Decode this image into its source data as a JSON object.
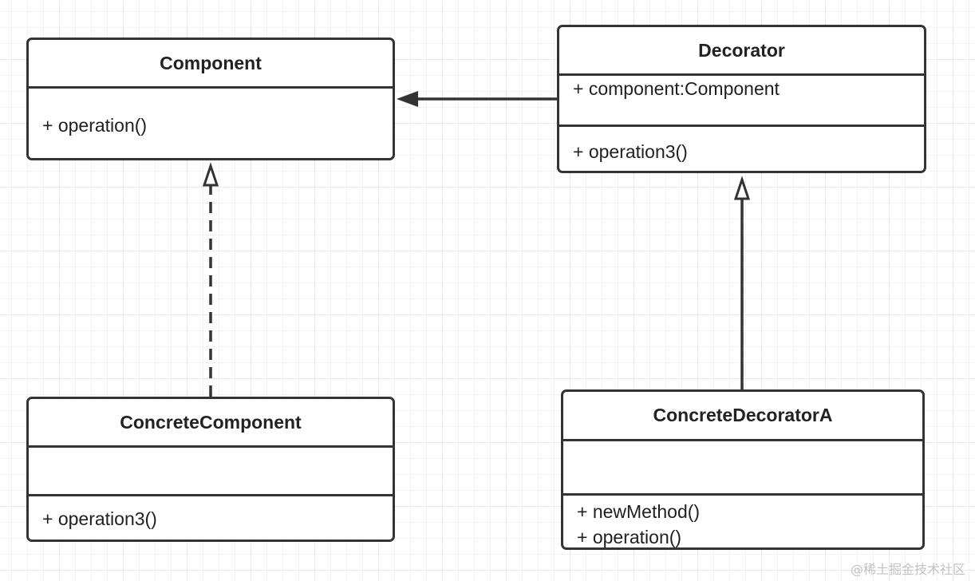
{
  "classes": {
    "component": {
      "name": "Component",
      "attributes": [],
      "operations": [
        "+ operation()"
      ]
    },
    "decorator": {
      "name": "Decorator",
      "attributes": [
        "+ component:Component"
      ],
      "operations": [
        "+ operation3()"
      ]
    },
    "concrete_component": {
      "name": "ConcreteComponent",
      "attributes": [],
      "operations": [
        "+ operation3()"
      ]
    },
    "concrete_decorator_a": {
      "name": "ConcreteDecoratorA",
      "attributes": [],
      "operations": [
        "+ newMethod()",
        "+ operation()"
      ]
    }
  },
  "relationships": [
    {
      "from": "Decorator",
      "to": "Component",
      "type": "association"
    },
    {
      "from": "ConcreteComponent",
      "to": "Component",
      "type": "realization"
    },
    {
      "from": "ConcreteDecoratorA",
      "to": "Decorator",
      "type": "generalization"
    }
  ],
  "colors": {
    "stroke": "#333333",
    "grid": "#e9e9e9",
    "background": "#ffffff"
  },
  "watermark": "@稀土掘金技术社区"
}
